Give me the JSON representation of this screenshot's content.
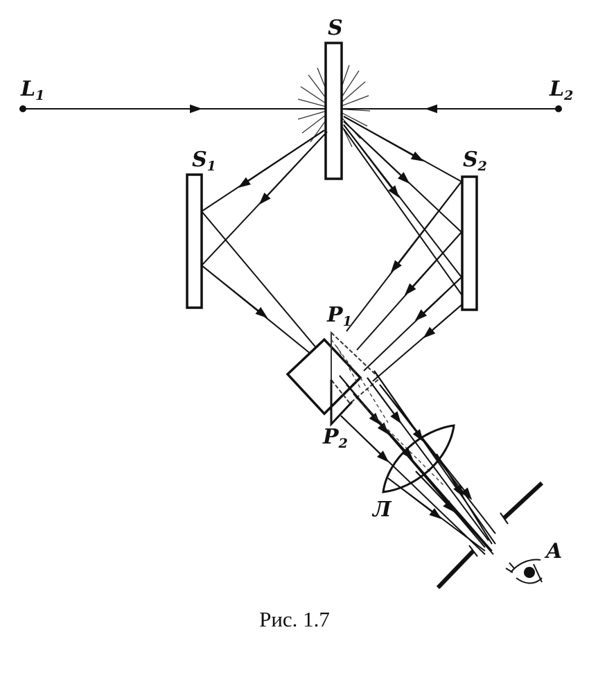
{
  "labels": {
    "L1": {
      "base": "L",
      "sub": "1"
    },
    "L2": {
      "base": "L",
      "sub": "2"
    },
    "S": {
      "base": "S",
      "sub": ""
    },
    "S1": {
      "base": "S",
      "sub": "1"
    },
    "S2": {
      "base": "S",
      "sub": "2"
    },
    "P1": {
      "base": "P",
      "sub": "1"
    },
    "P2": {
      "base": "P",
      "sub": "2"
    },
    "lens": {
      "base": "Л",
      "sub": ""
    },
    "A": {
      "base": "A",
      "sub": ""
    }
  },
  "caption": "Рис. 1.7",
  "colors": {
    "ink": "#111111"
  }
}
